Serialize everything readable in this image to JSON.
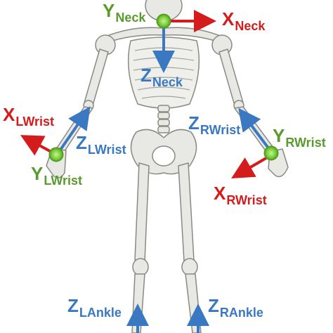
{
  "colors": {
    "x_axis": "#d41c1c",
    "y_axis": "#5a9a2e",
    "z_axis": "#3a78c2",
    "joint": "#7ed13c",
    "bone": "#e8e8e4",
    "bone_outline": "#8a8a84"
  },
  "labels": {
    "y_neck": {
      "main": "Y",
      "sub": "Neck"
    },
    "x_neck": {
      "main": "X",
      "sub": "Neck"
    },
    "z_neck": {
      "main": "Z",
      "sub": "Neck"
    },
    "x_lwrist": {
      "main": "X",
      "sub": "LWrist"
    },
    "z_lwrist": {
      "main": "Z",
      "sub": "LWrist"
    },
    "y_lwrist": {
      "main": "Y",
      "sub": "LWrist"
    },
    "z_rwrist": {
      "main": "Z",
      "sub": "RWrist"
    },
    "y_rwrist": {
      "main": "Y",
      "sub": "RWrist"
    },
    "x_rwrist": {
      "main": "X",
      "sub": "RWrist"
    },
    "z_lankle": {
      "main": "Z",
      "sub": "LAnkle"
    },
    "z_rankle": {
      "main": "Z",
      "sub": "RAnkle"
    }
  }
}
